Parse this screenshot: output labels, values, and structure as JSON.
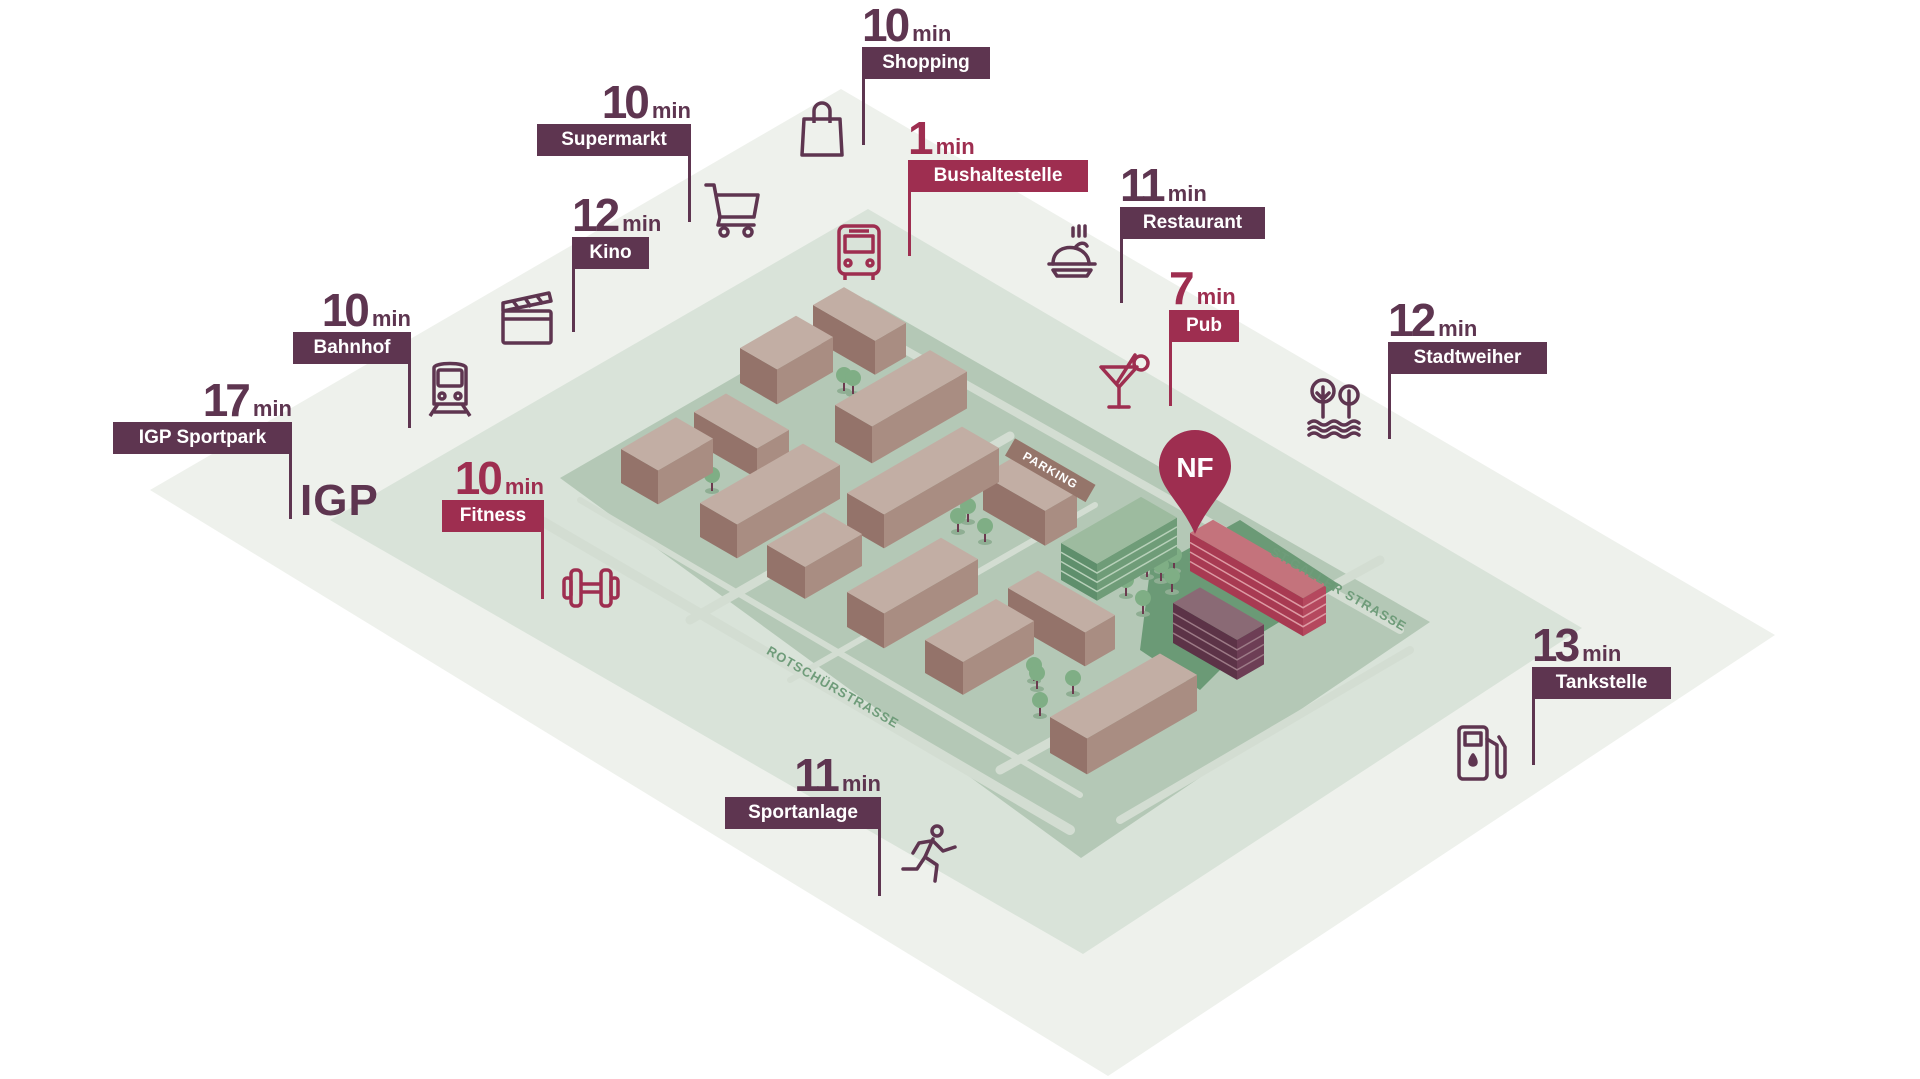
{
  "colors": {
    "plum": "#5e3550",
    "red": "#9e2e50",
    "ground_outer": "#eef1ec",
    "ground_mid": "#d9e3d9",
    "ground_block": "#b4c8b6",
    "building_top": "#c2aea4"
  },
  "map": {
    "brand_pin": "NF",
    "parking_label": "PARKING",
    "streets": [
      "ROTSCHÜRSTRASSE",
      "ST.GALLER STRASSE"
    ],
    "igp_logo": "IGP"
  },
  "pois": [
    {
      "minutes": "10",
      "unit": "min",
      "label": "Shopping",
      "icon": "shopping-bag-icon",
      "highlight": false
    },
    {
      "minutes": "10",
      "unit": "min",
      "label": "Supermarkt",
      "icon": "shopping-cart-icon",
      "highlight": false
    },
    {
      "minutes": "1",
      "unit": "min",
      "label": "Bushaltestelle",
      "icon": "bus-icon",
      "highlight": true
    },
    {
      "minutes": "12",
      "unit": "min",
      "label": "Kino",
      "icon": "clapperboard-icon",
      "highlight": false
    },
    {
      "minutes": "11",
      "unit": "min",
      "label": "Restaurant",
      "icon": "roast-chicken-icon",
      "highlight": false
    },
    {
      "minutes": "7",
      "unit": "min",
      "label": "Pub",
      "icon": "cocktail-icon",
      "highlight": true
    },
    {
      "minutes": "10",
      "unit": "min",
      "label": "Bahnhof",
      "icon": "train-icon",
      "highlight": false
    },
    {
      "minutes": "12",
      "unit": "min",
      "label": "Stadtweiher",
      "icon": "trees-lake-icon",
      "highlight": false
    },
    {
      "minutes": "17",
      "unit": "min",
      "label": "IGP Sportpark",
      "icon": "igp-logo-icon",
      "highlight": false
    },
    {
      "minutes": "10",
      "unit": "min",
      "label": "Fitness",
      "icon": "dumbbell-icon",
      "highlight": true
    },
    {
      "minutes": "13",
      "unit": "min",
      "label": "Tankstelle",
      "icon": "fuel-pump-icon",
      "highlight": false
    },
    {
      "minutes": "11",
      "unit": "min",
      "label": "Sportanlage",
      "icon": "runner-icon",
      "highlight": false
    }
  ]
}
